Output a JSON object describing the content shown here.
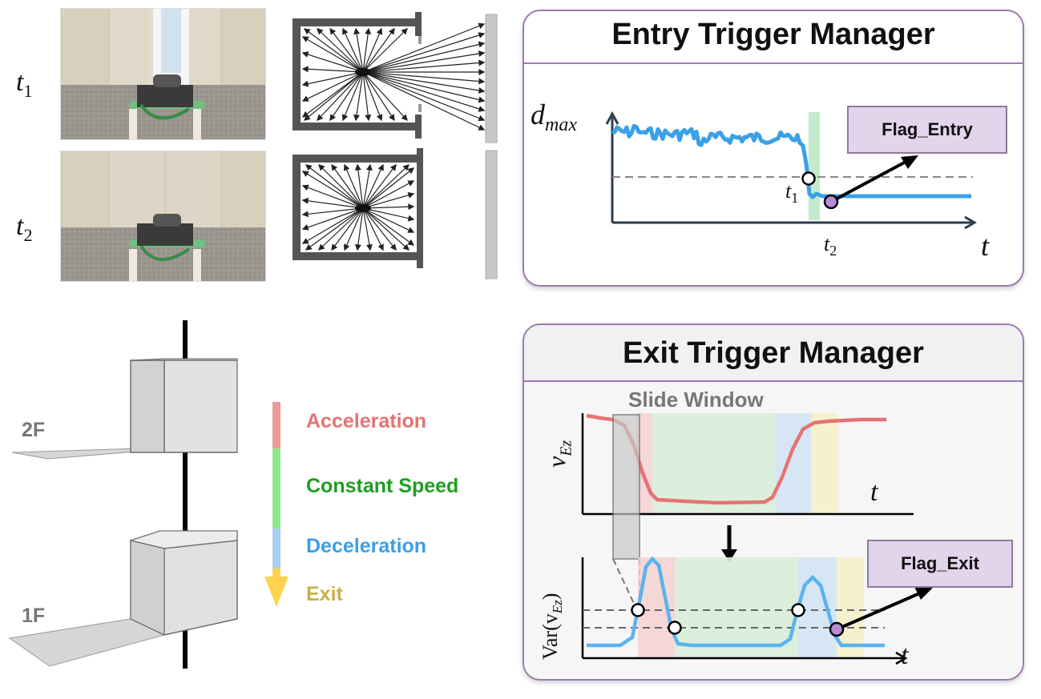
{
  "top_left": {
    "t1_label": "t",
    "t1_sub": "1",
    "t2_label": "t",
    "t2_sub": "2"
  },
  "entry_panel": {
    "title": "Entry Trigger Manager",
    "y_axis_label": "d",
    "y_axis_sub": "max",
    "x_axis_label": "t",
    "t1_marker": "t",
    "t1_marker_sub": "1",
    "t2_marker": "t",
    "t2_marker_sub": "2",
    "flag": "Flag_Entry"
  },
  "exit_panel": {
    "title": "Exit Trigger Manager",
    "window_label": "Slide Window",
    "top_y_label": "v",
    "top_y_sub": "Ez",
    "bottom_y_label": "Var(v",
    "bottom_y_sub": "Ez",
    "bottom_y_close": ")",
    "x_axis_label": "t",
    "flag": "Flag_Exit"
  },
  "elevator": {
    "floor_top": "2F",
    "floor_bottom": "1F"
  },
  "phases": [
    {
      "label": "Acceleration",
      "color": "#e57373"
    },
    {
      "label": "Constant Speed",
      "color": "#1e9e1e"
    },
    {
      "label": "Deceleration",
      "color": "#3aa0e8"
    },
    {
      "label": "Exit",
      "color": "#c9b04a"
    }
  ],
  "colors": {
    "panel_border": "#9b7bb0",
    "entry_curve": "#3aa0e8",
    "exit_velocity_curve": "#e57373",
    "exit_variance_curve": "#5cb3ee",
    "flag_fill": "#e2d4ea",
    "threshold_dash": "#888888"
  }
}
